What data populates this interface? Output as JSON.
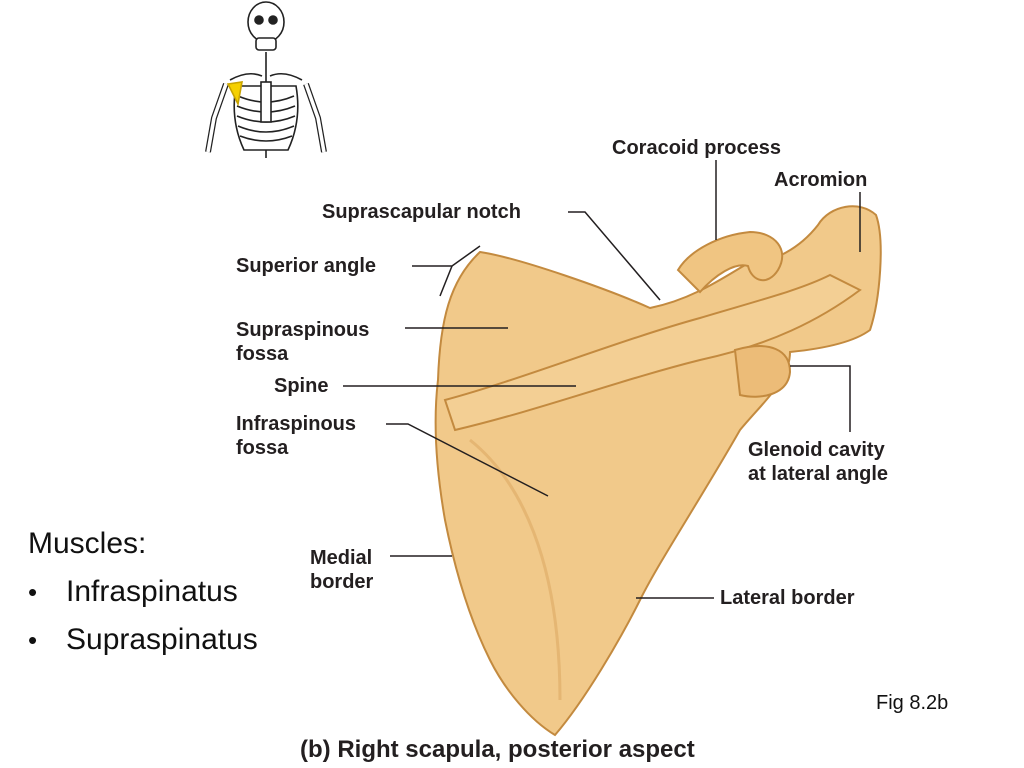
{
  "labels": {
    "coracoid": "Coracoid process",
    "acromion": "Acromion",
    "suprascapular_notch": "Suprascapular notch",
    "superior_angle": "Superior angle",
    "supraspinous": "Supraspinous\nfossa",
    "spine": "Spine",
    "infraspinous": "Infraspinous\nfossa",
    "glenoid": "Glenoid cavity\nat lateral angle",
    "medial_border": "Medial\nborder",
    "lateral_border": "Lateral border"
  },
  "muscles": {
    "heading": "Muscles:",
    "items": [
      "Infraspinatus",
      "Supraspinatus"
    ]
  },
  "figure_ref": "Fig 8.2b",
  "caption": "(b) Right scapula, posterior aspect",
  "colors": {
    "bone": "#f1c98a",
    "bone_shadow": "#d9a45c",
    "highlight": "#f5d000",
    "leader": "#231f20"
  }
}
